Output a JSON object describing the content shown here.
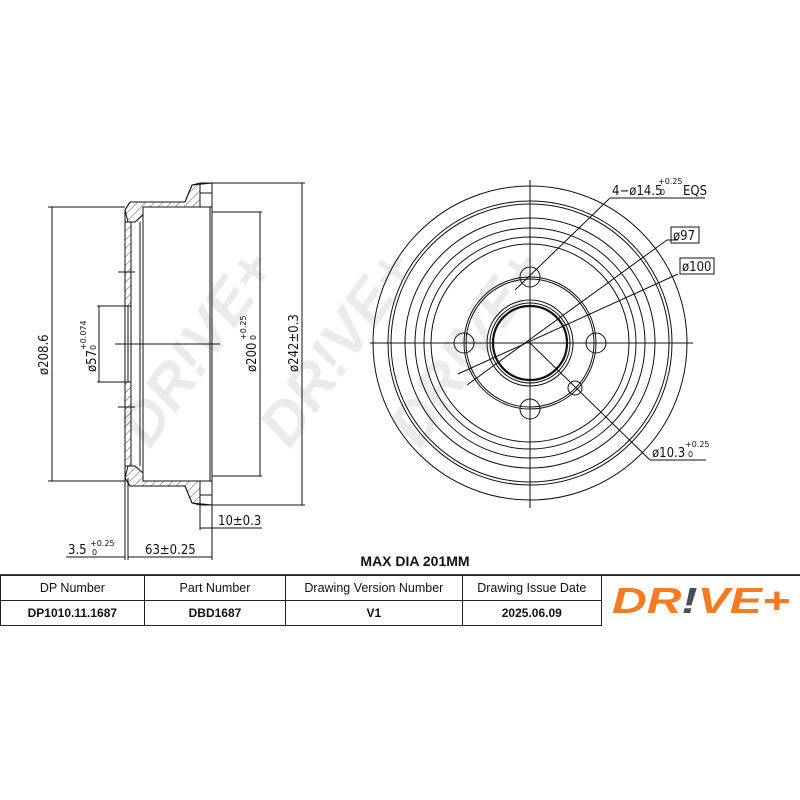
{
  "drawing": {
    "side_view": {
      "dimensions": {
        "d208": "ø208.6",
        "d57_base": "ø57",
        "d57_tol_upper": "+0.074",
        "d57_tol_lower": "0",
        "d200_base": "ø200",
        "d200_tol_upper": "+0.25",
        "d200_tol_lower": "0",
        "d242": "ø242±0.3",
        "width10": "10±0.3",
        "t35_base": "3.5",
        "t35_tol_upper": "+0.25",
        "t35_tol_lower": "0",
        "depth63": "63±0.25"
      }
    },
    "front_view": {
      "callouts": {
        "bolt_holes_prefix": "4−ø14.5",
        "bolt_holes_tol_upper": "+0.25",
        "bolt_holes_tol_lower": "0",
        "bolt_holes_suffix": "EQS",
        "d97": "ø97",
        "d100": "ø100",
        "d103_base": "ø10.3",
        "d103_tol_upper": "+0.25",
        "d103_tol_lower": "0"
      }
    },
    "watermark": "DR!VE+"
  },
  "note": "MAX DIA 201MM",
  "title_block": {
    "headers": [
      "DP Number",
      "Part Number",
      "Drawing Version Number",
      "Drawing Issue Date"
    ],
    "values": [
      "DP1010.11.1687",
      "DBD1687",
      "V1",
      "2025.06.09"
    ]
  },
  "brand": {
    "logo_text_1": "DR",
    "logo_text_2": "!",
    "logo_text_3": "VE+",
    "primary_color": "#F47B20",
    "accent_color": "#4A4F55"
  }
}
